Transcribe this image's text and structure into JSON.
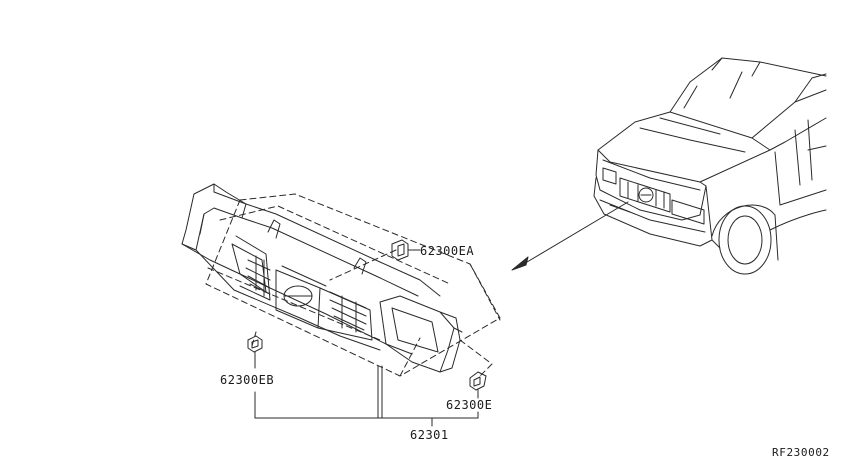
{
  "labels": {
    "bracket_ea": "62300EA",
    "clip_eb": "62300EB",
    "clip_e": "62300E",
    "grille": "62301"
  },
  "reference_code": "RF230002",
  "colors": {
    "line": "#2a2a2a",
    "background": "#ffffff"
  }
}
